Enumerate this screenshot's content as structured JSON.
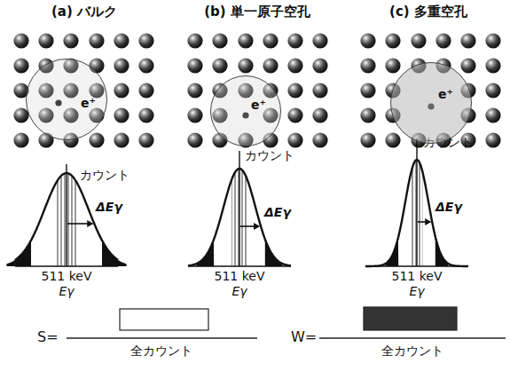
{
  "diagram": {
    "nodes": [
      {
        "text": [
          "e⁺"
        ]
      },
      {
        "text": [
          "e⁺"
        ]
      },
      {
        "text": [
          "e⁺"
        ]
      }
    ],
    "labels": [
      "(a) バルク",
      "(b) 単一原子空孔",
      "(c) 多重空孔",
      "カウント",
      "ΔEγ",
      "511 keV",
      "Eγ",
      "カウント",
      "ΔEγ",
      "511 keV",
      "Eγ",
      "カウント",
      "ΔEγ",
      "511 keV",
      "Eγ",
      "S=",
      "全カウント",
      "W=",
      "全カウント"
    ]
  }
}
